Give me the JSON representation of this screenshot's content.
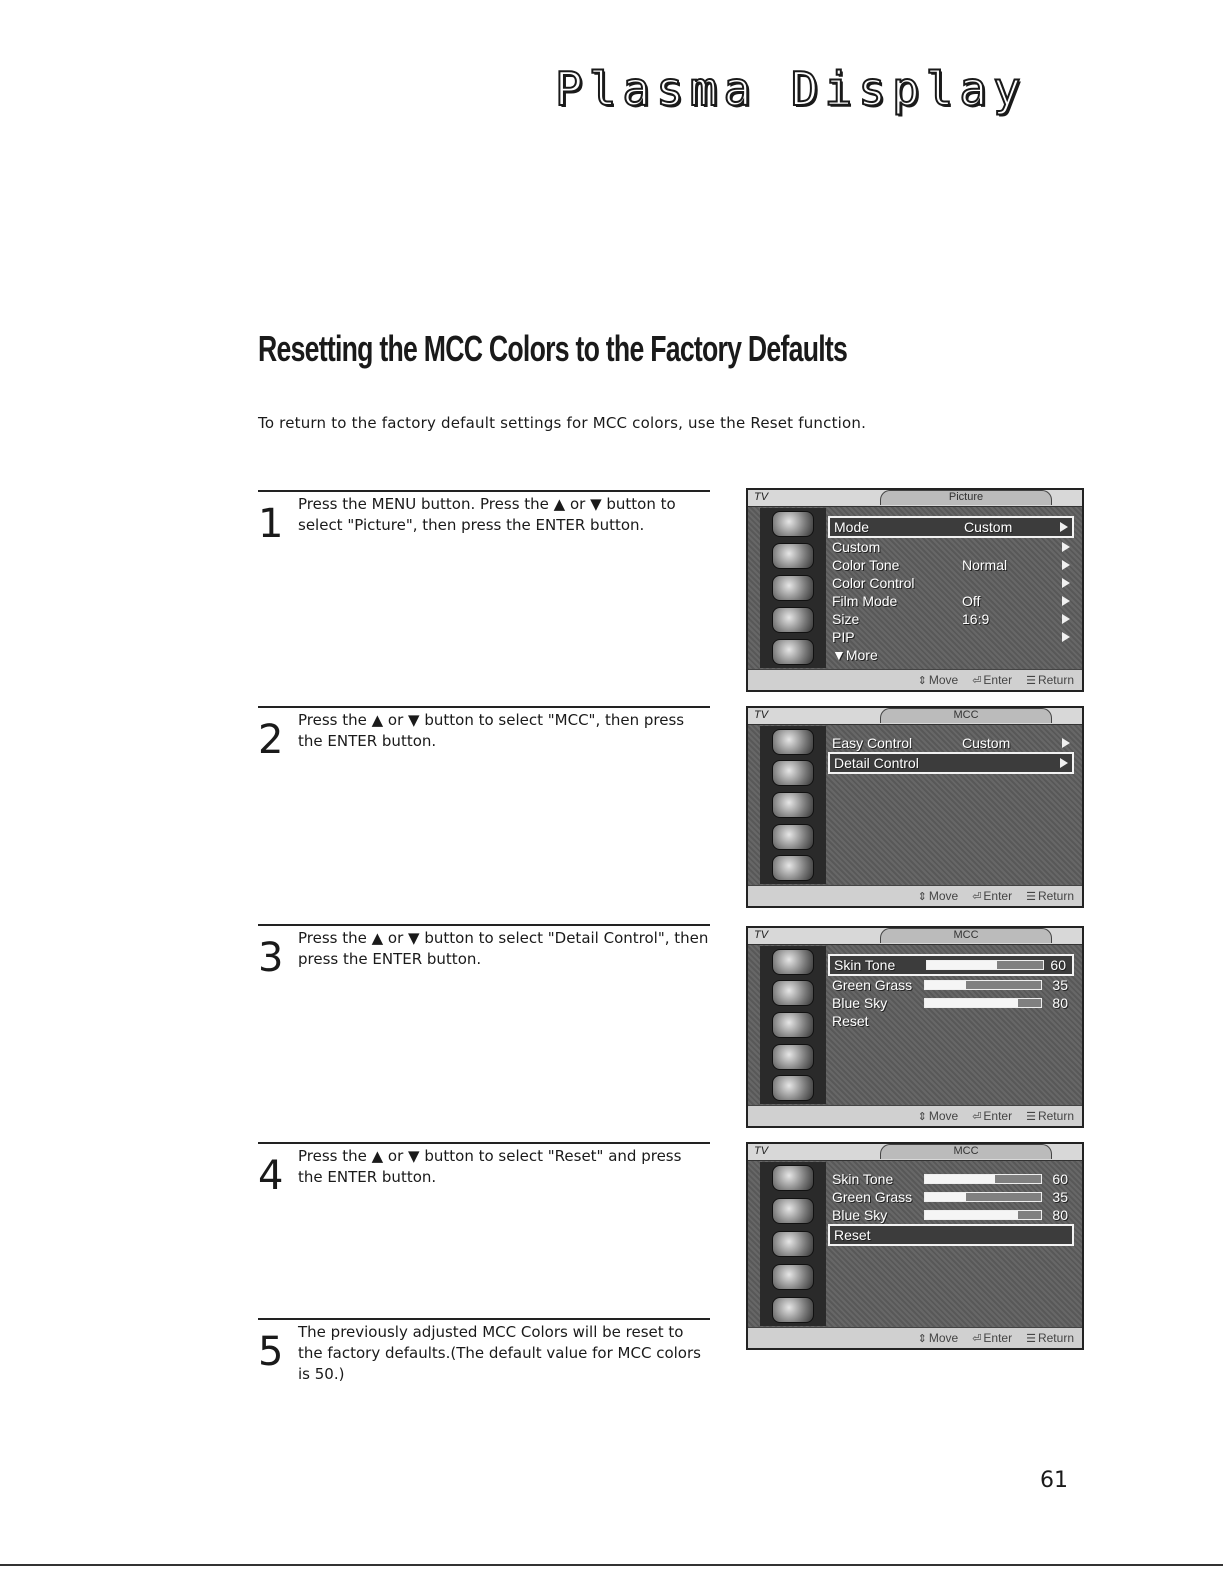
{
  "header": {
    "logo_text": "Plasma Display"
  },
  "title": "Resetting the MCC Colors to the Factory Defaults",
  "intro": "To return to the factory default settings for MCC colors, use the Reset function.",
  "steps": [
    {
      "num": "1",
      "text": "Press the MENU button. Press the ▲ or ▼ button to select \"Picture\", then press the ENTER button."
    },
    {
      "num": "2",
      "text": "Press the ▲ or ▼ button to select \"MCC\", then press the ENTER button."
    },
    {
      "num": "3",
      "text": "Press the ▲ or ▼ button to select \"Detail Control\", then press the ENTER button."
    },
    {
      "num": "4",
      "text": "Press the ▲ or ▼ button to select \"Reset\" and press the ENTER button."
    },
    {
      "num": "5",
      "text": "The previously adjusted MCC Colors will be reset to the factory defaults.(The default value for MCC colors is 50.)"
    }
  ],
  "osd": {
    "tab_tv": "TV",
    "bottom": {
      "move": "Move",
      "enter": "Enter",
      "return": "Return"
    },
    "screen1": {
      "title": "Picture",
      "items": [
        {
          "label": "Mode",
          "value": "Custom"
        },
        {
          "label": "Custom",
          "value": ""
        },
        {
          "label": "Color Tone",
          "value": "Normal"
        },
        {
          "label": "Color Control",
          "value": ""
        },
        {
          "label": "Film Mode",
          "value": "Off"
        },
        {
          "label": "Size",
          "value": "16:9"
        },
        {
          "label": "PIP",
          "value": ""
        },
        {
          "label": "▼More",
          "value": ""
        }
      ]
    },
    "screen2": {
      "title": "MCC",
      "items": [
        {
          "label": "Easy Control",
          "value": "Custom"
        },
        {
          "label": "Detail Control",
          "value": ""
        }
      ]
    },
    "screen3": {
      "title": "MCC",
      "items": [
        {
          "label": "Skin Tone",
          "value": "60"
        },
        {
          "label": "Green Grass",
          "value": "35"
        },
        {
          "label": "Blue Sky",
          "value": "80"
        },
        {
          "label": "Reset",
          "value": ""
        }
      ]
    },
    "screen4": {
      "title": "MCC",
      "items": [
        {
          "label": "Skin Tone",
          "value": "60"
        },
        {
          "label": "Green Grass",
          "value": "35"
        },
        {
          "label": "Blue Sky",
          "value": "80"
        },
        {
          "label": "Reset",
          "value": ""
        }
      ]
    }
  },
  "page_number": "61"
}
